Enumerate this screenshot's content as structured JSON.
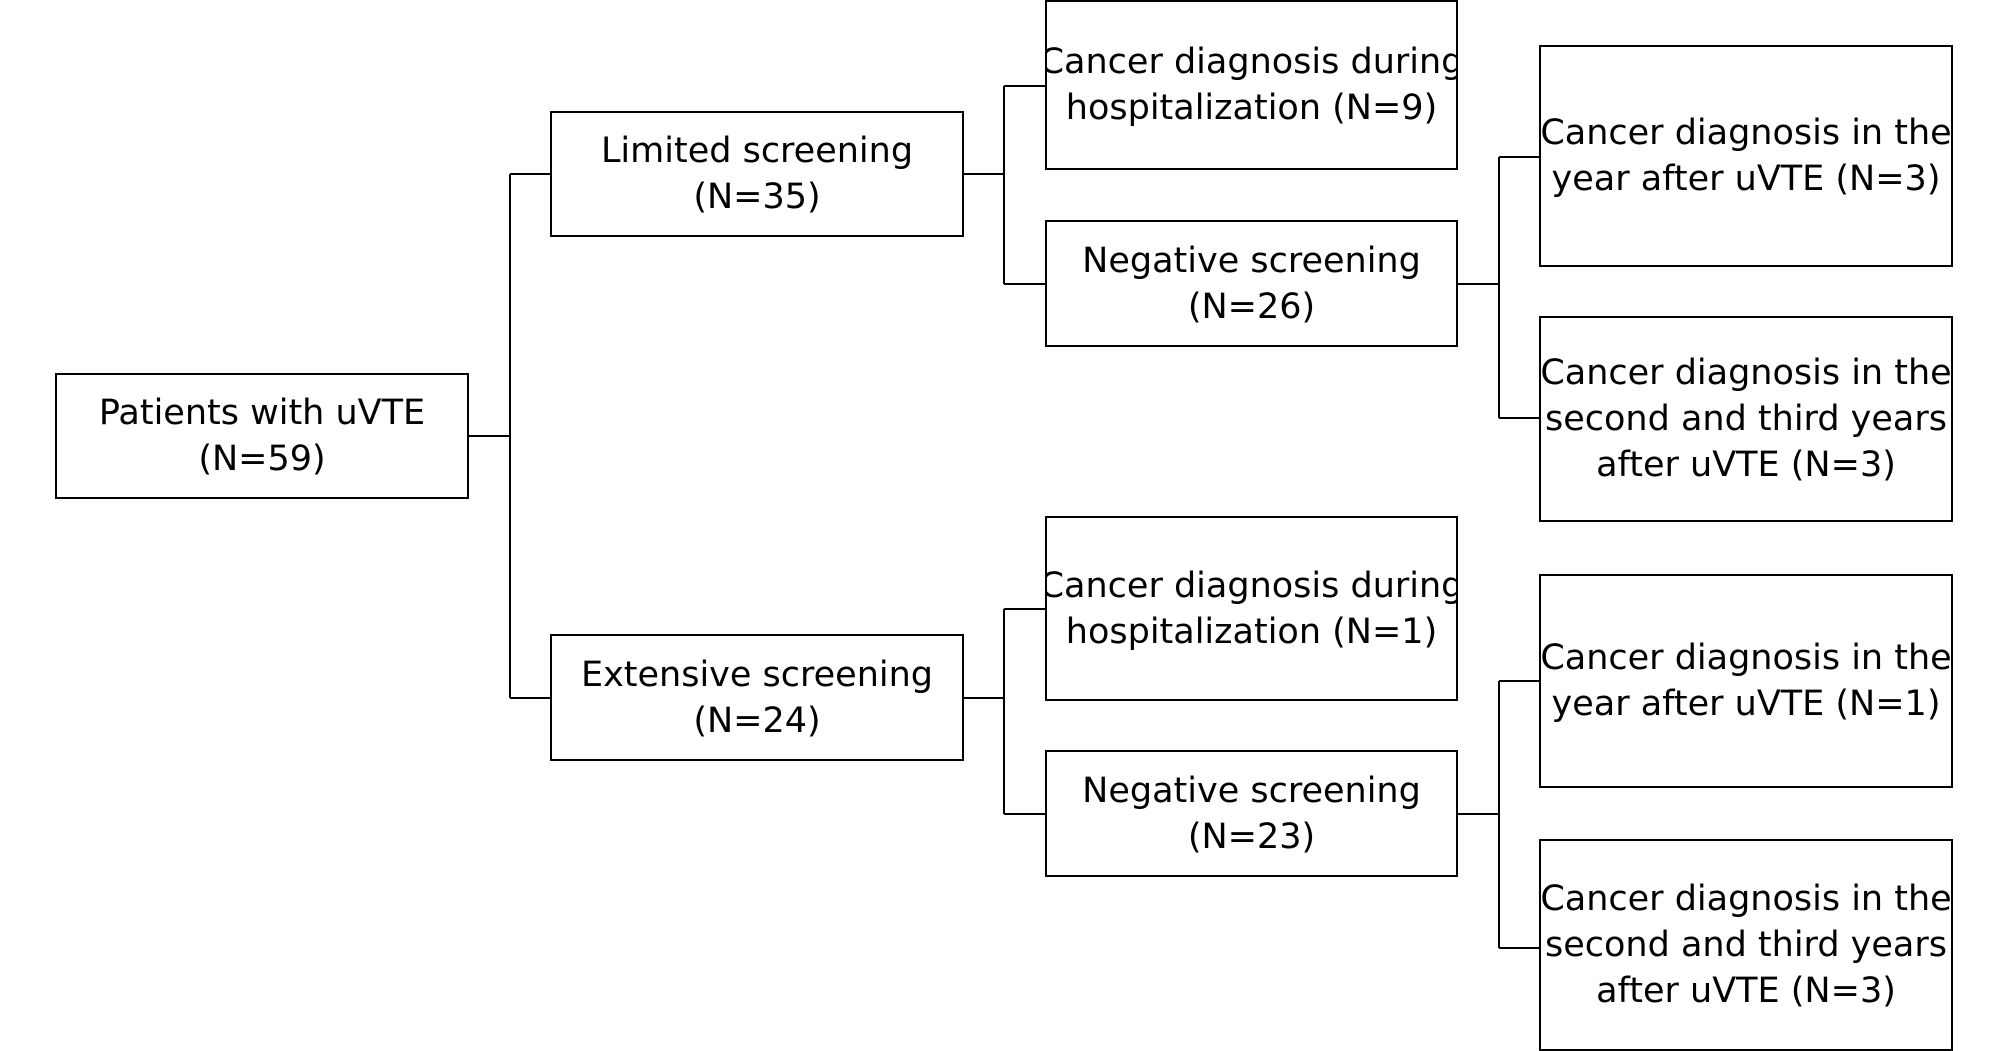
{
  "diagram": {
    "root": {
      "line1": "Patients with uVTE",
      "line2": "(N=59)"
    },
    "limited": {
      "line1": "Limited screening",
      "line2": "(N=35)",
      "hospital": {
        "line1": "Cancer diagnosis during",
        "line2": "hospitalization (N=9)"
      },
      "negative": {
        "line1": "Negative screening",
        "line2": "(N=26)"
      },
      "year1": {
        "line1": "Cancer diagnosis in the",
        "line2": "year after uVTE (N=3)"
      },
      "years23": {
        "line1": "Cancer diagnosis in the",
        "line2": "second and third years",
        "line3": "after uVTE (N=3)"
      }
    },
    "extensive": {
      "line1": "Extensive screening",
      "line2": "(N=24)",
      "hospital": {
        "line1": "Cancer diagnosis during",
        "line2": "hospitalization (N=1)"
      },
      "negative": {
        "line1": "Negative screening",
        "line2": "(N=23)"
      },
      "year1": {
        "line1": "Cancer diagnosis in the",
        "line2": "year after uVTE  (N=1)"
      },
      "years23": {
        "line1": "Cancer diagnosis in the",
        "line2": "second and third years",
        "line3": "after uVTE (N=3)"
      }
    }
  }
}
